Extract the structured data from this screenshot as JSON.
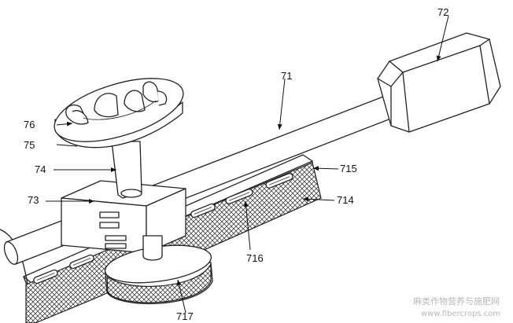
{
  "labels": {
    "l71": "71",
    "l72": "72",
    "l73": "73",
    "l74": "74",
    "l75": "75",
    "l76": "76",
    "l714": "714",
    "l715": "715",
    "l716": "716",
    "l717": "717"
  },
  "watermark": {
    "line1": "麻类作物营养与施肥网",
    "line2": "www.fibercrops.com"
  }
}
